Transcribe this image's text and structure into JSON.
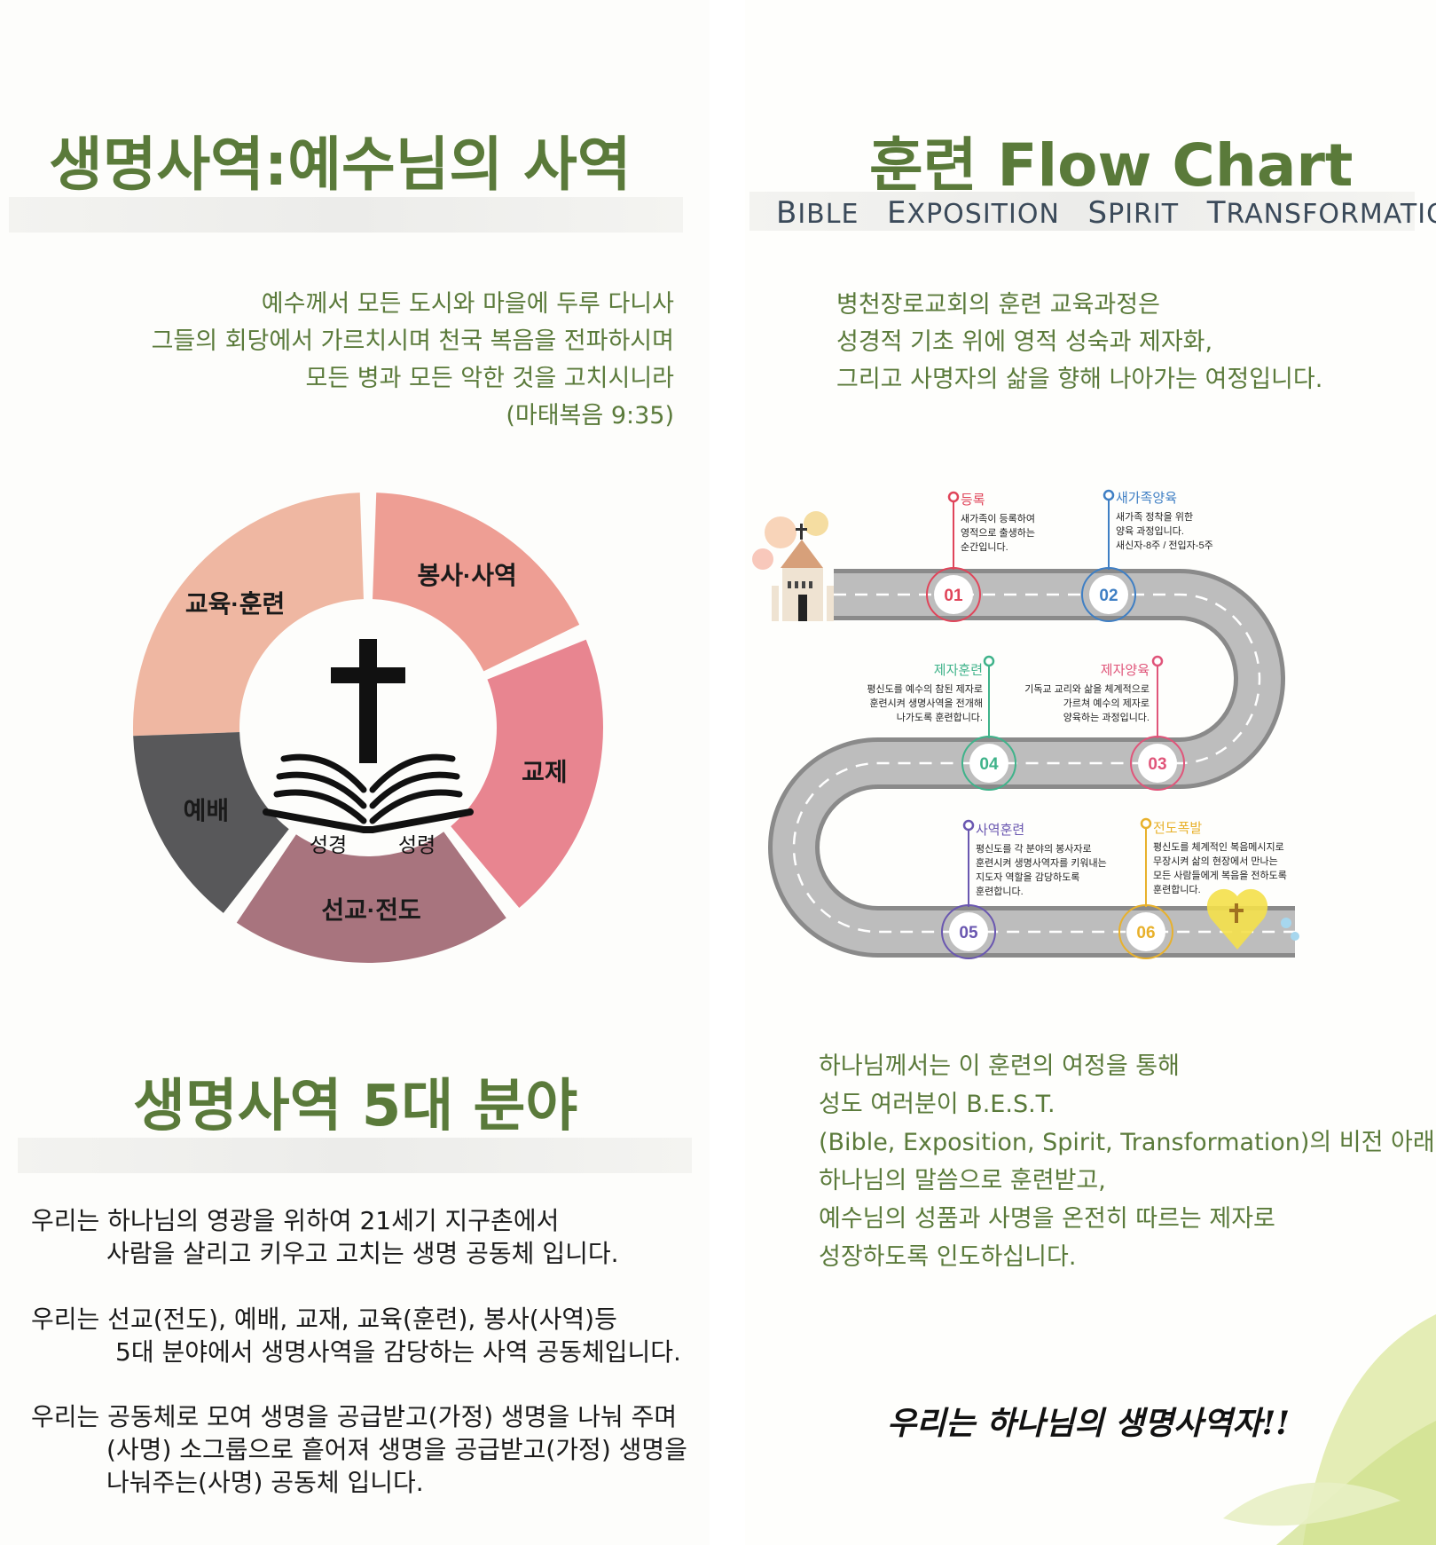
{
  "left": {
    "title": "생명사역:예수님의 사역",
    "verse": [
      "예수께서 모든 도시와 마을에 두루 다니사",
      "그들의 회당에서 가르치시며 천국 복음을 전파하시며",
      "모든 병과 모든 악한 것을 고치시니라",
      "(마태복음 9:35)"
    ],
    "wheel": {
      "segments": [
        {
          "label": "교육·훈련",
          "color": "#efb7a2"
        },
        {
          "label": "봉사·사역",
          "color": "#ee9e94"
        },
        {
          "label": "교제",
          "color": "#e88590"
        },
        {
          "label": "선교·전도",
          "color": "#a8747e"
        },
        {
          "label": "예배",
          "color": "#58585a"
        }
      ],
      "center_left": "성경",
      "center_right": "성령"
    },
    "section_title": "생명사역 5대 분야",
    "statements": [
      [
        "우리는 하나님의 영광을 위하여 21세기 지구촌에서",
        "사람을 살리고 키우고 고치는 생명 공동체 입니다."
      ],
      [
        "우리는 선교(전도), 예배, 교재, 교육(훈련), 봉사(사역)등",
        "5대 분야에서 생명사역을 감당하는 사역 공동체입니다."
      ],
      [
        "우리는 공동체로 모여 생명을 공급받고(가정) 생명을 나눠 주며",
        "(사명) 소그룹으로 흩어져 생명을 공급받고(가정) 생명을",
        "나눠주는(사명) 공동체 입니다."
      ]
    ]
  },
  "right": {
    "title": "훈련 Flow Chart",
    "subtitle": [
      {
        "cap": "B",
        "rest": "IBLE"
      },
      {
        "cap": "E",
        "rest": "XPOSITION"
      },
      {
        "cap": "S",
        "rest": "PIRIT"
      },
      {
        "cap": "T",
        "rest": "RANSFORMATION"
      }
    ],
    "intro": [
      "병천장로교회의 훈련 교육과정은",
      "성경적 기초 위에 영적 성숙과 제자화,",
      "그리고 사명자의 삶을 향해 나아가는 여정입니다."
    ],
    "steps": [
      {
        "num": "01",
        "title": "등록",
        "color": "#e0455a",
        "desc": [
          "새가족이 등록하여",
          "영적으로 출생하는",
          "순간입니다."
        ]
      },
      {
        "num": "02",
        "title": "새가족양육",
        "color": "#3f7fc4",
        "desc": [
          "새가족 정착을 위한",
          "양육 과정입니다.",
          "새신자-8주 / 전입자-5주"
        ]
      },
      {
        "num": "03",
        "title": "제자양육",
        "color": "#e0557a",
        "desc": [
          "기독교 교리와 삶을 체계적으로",
          "가르쳐 예수의 제자로",
          "양육하는 과정입니다."
        ]
      },
      {
        "num": "04",
        "title": "제자훈련",
        "color": "#3fb38a",
        "desc": [
          "평신도를 예수의 참된 제자로",
          "훈련시켜 생명사역을 전개해",
          "나가도록 훈련합니다."
        ]
      },
      {
        "num": "05",
        "title": "사역훈련",
        "color": "#6a57b0",
        "desc": [
          "평신도를 각 분야의 봉사자로",
          "훈련시켜 생명사역자를 키워내는",
          "지도자 역할을 감당하도록",
          "훈련합니다."
        ]
      },
      {
        "num": "06",
        "title": "전도폭발",
        "color": "#e8b12c",
        "desc": [
          "평신도를 체계적인 복음메시지로",
          "무장시켜 삶의 현장에서 만나는",
          "모든 사람들에게 복음을 전하도록",
          "훈련합니다."
        ]
      }
    ],
    "body": [
      "하나님께서는 이 훈련의 여정을 통해",
      "성도 여러분이 B.E.S.T.",
      "(Bible, Exposition, Spirit, Transformation)의 비전 아래",
      "하나님의 말씀으로 훈련받고,",
      "예수님의 성품과 사명을 온전히 따르는 제자로",
      "성장하도록 인도하십니다."
    ],
    "slogan": "우리는 하나님의 생명사역자!!"
  }
}
